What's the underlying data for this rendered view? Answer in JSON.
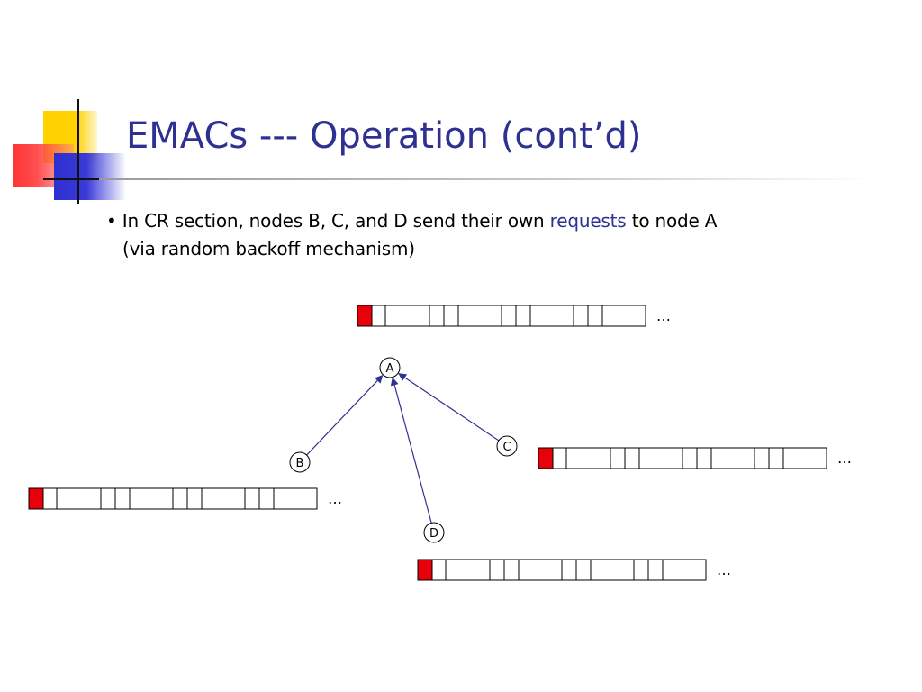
{
  "slide": {
    "title": "EMACs --- Operation (cont’d)",
    "bullet": {
      "marker": "•",
      "text_before": "In CR section, nodes B, C, and D send their own ",
      "highlight": "requests",
      "text_after": " to node A",
      "line2": "(via random backoff mechanism)"
    }
  },
  "diagram": {
    "nodes": [
      {
        "id": "A",
        "label": "A"
      },
      {
        "id": "B",
        "label": "B"
      },
      {
        "id": "C",
        "label": "C"
      },
      {
        "id": "D",
        "label": "D"
      }
    ],
    "edges": [
      {
        "from": "B",
        "to": "A"
      },
      {
        "from": "C",
        "to": "A"
      },
      {
        "from": "D",
        "to": "A"
      }
    ],
    "timelines": [
      {
        "owner": "A",
        "continuation": "…"
      },
      {
        "owner": "B",
        "continuation": "…"
      },
      {
        "owner": "C",
        "continuation": "…"
      },
      {
        "owner": "D",
        "continuation": "…"
      }
    ],
    "colors": {
      "title": "#2e3191",
      "highlight": "#2e3191",
      "edge": "#2e3191",
      "active_slot": "#e8000b",
      "slot_border": "#000000"
    }
  }
}
